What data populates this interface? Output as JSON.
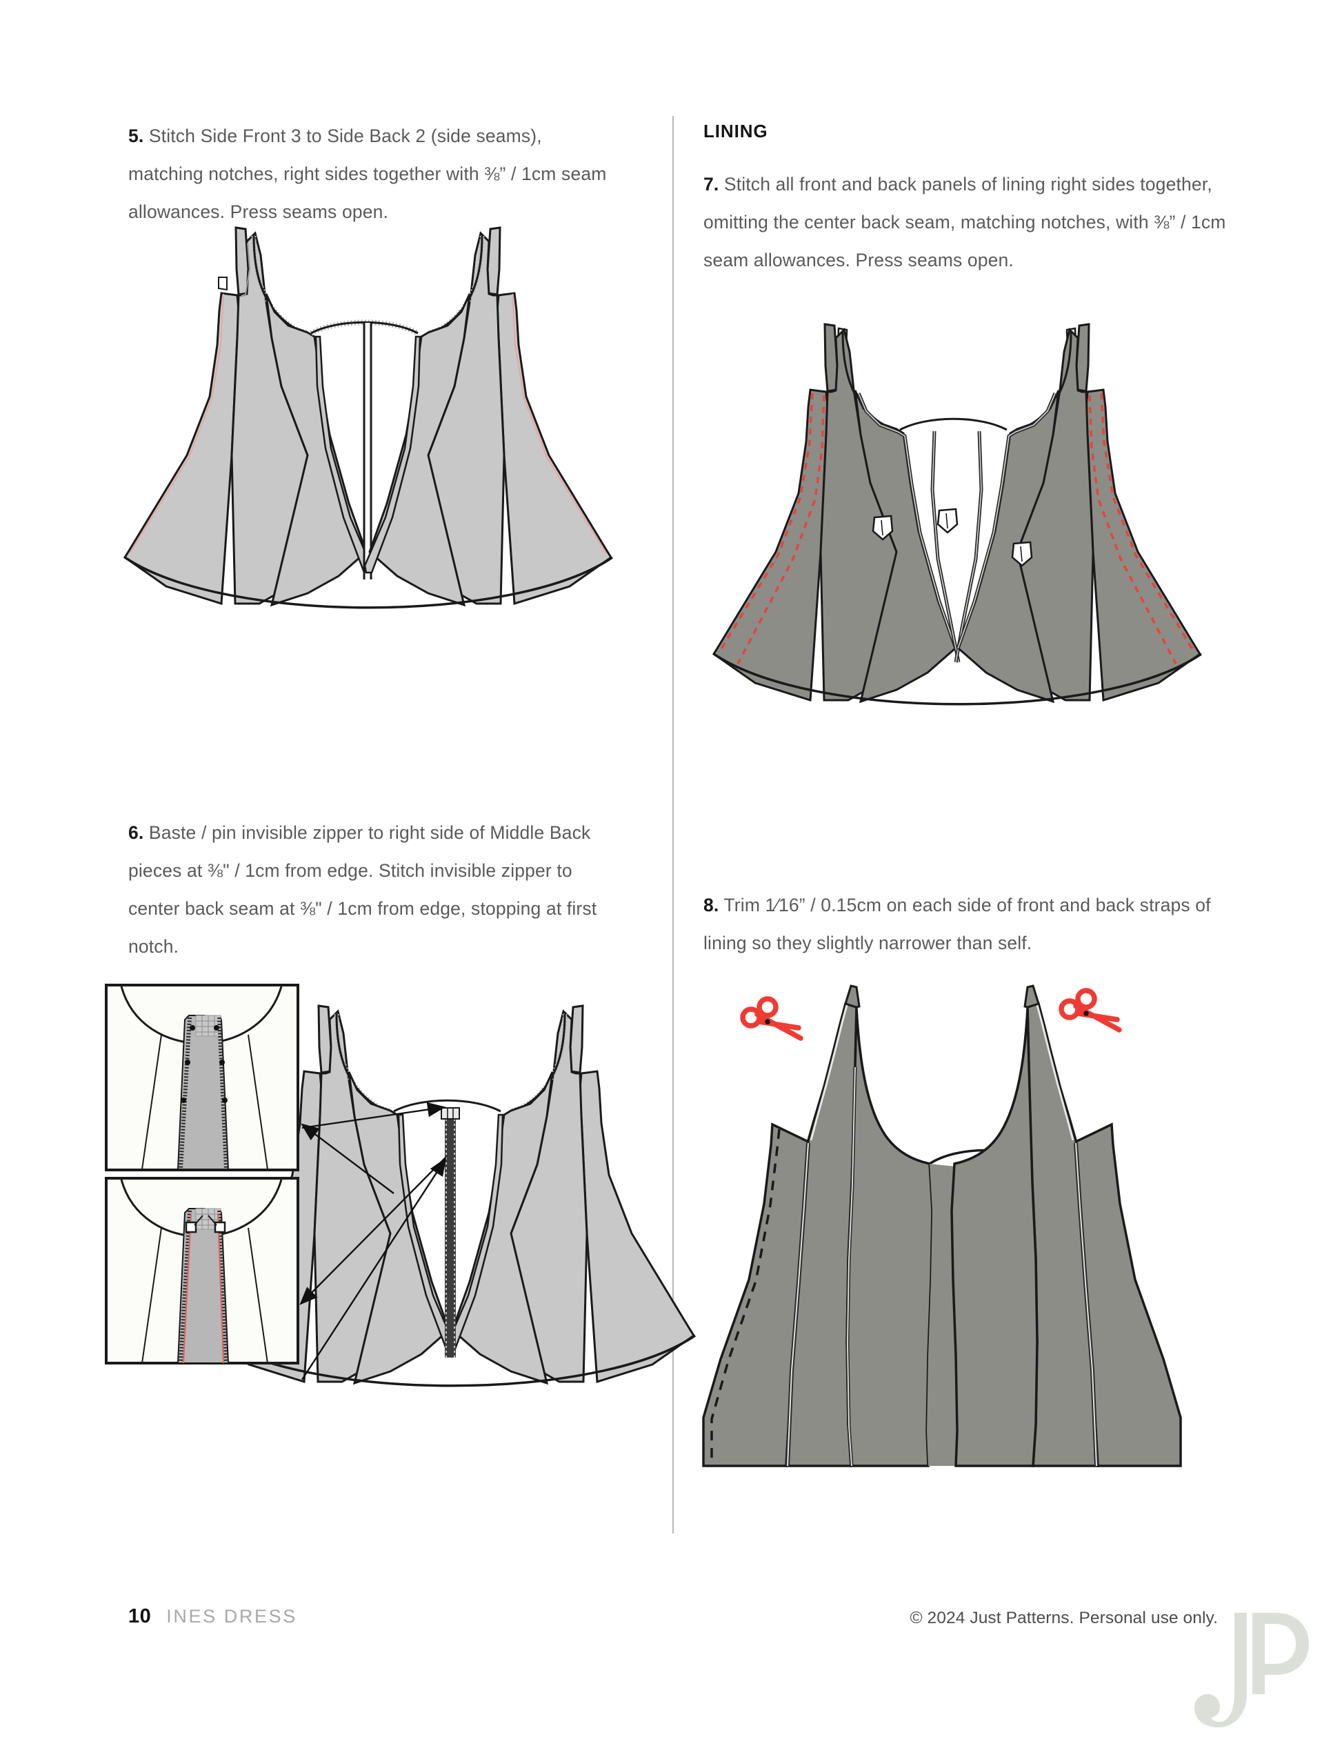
{
  "document": {
    "title": "INES DRESS",
    "page_number": "10",
    "copyright": "© 2024 Just Patterns. Personal use only.",
    "logo_text": "JP"
  },
  "left_column": {
    "step5": {
      "number": "5.",
      "text": "Stitch Side Front 3 to Side Back 2 (side seams), matching notches, right sides together with ⅜” / 1cm seam allowances. Press seams open."
    },
    "step6": {
      "number": "6.",
      "text": "Baste / pin invisible zipper to right side of Middle Back pieces at ⅜\" / 1cm from edge. Stitch invisible zipper to center back seam at ⅜\" / 1cm from edge, stopping at first notch."
    },
    "figures": {
      "dress_side_seams": "dress-front-back-joined-illustration",
      "dress_zipper": "dress-back-with-invisible-zipper-illustration",
      "inset_top": "zipper-basted-detail-inset",
      "inset_bottom": "zipper-stitched-detail-inset"
    }
  },
  "right_column": {
    "section_heading": "LINING",
    "step7": {
      "number": "7.",
      "text": "Stitch all front and back panels of lining right sides together, omitting the center back seam, matching notches, with ⅜” / 1cm seam allowances. Press seams open."
    },
    "step8": {
      "number": "8.",
      "text": "Trim 1⁄16” / 0.15cm on each side of front and back straps of lining so they slightly narrower than self."
    },
    "figures": {
      "lining_dress": "lining-dress-assembled-illustration",
      "lining_bodice": "lining-bodice-strap-trim-illustration",
      "scissors_left": "scissors-icon",
      "scissors_right": "scissors-icon"
    }
  },
  "colors": {
    "self_fabric": "#c8c8c9",
    "lining_fabric": "#8c8d87",
    "outline": "#1a1a1a",
    "seam_red": "#e8443a",
    "scissors_red": "#ef3b33",
    "text_body": "#5a5a5c",
    "text_bold": "#111111",
    "divider": "#b9b9bd",
    "logo_grey": "#dcdfd7",
    "footer_title": "#a8a8ac"
  }
}
